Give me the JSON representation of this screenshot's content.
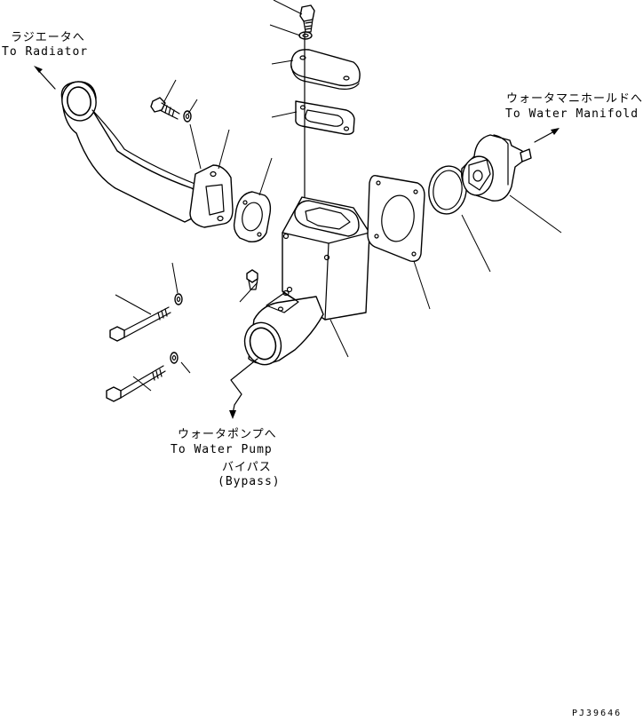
{
  "labels": {
    "radiator_jp": "ラジエータへ",
    "radiator_en": "To Radiator",
    "manifold_jp": "ウォータマニホールドへ",
    "manifold_en": "To Water Manifold",
    "pump_jp": "ウォータポンプへ",
    "pump_en": "To Water Pump",
    "bypass_jp": "バイパス",
    "bypass_en": "(Bypass)"
  },
  "drawing_code": "PJ39646"
}
